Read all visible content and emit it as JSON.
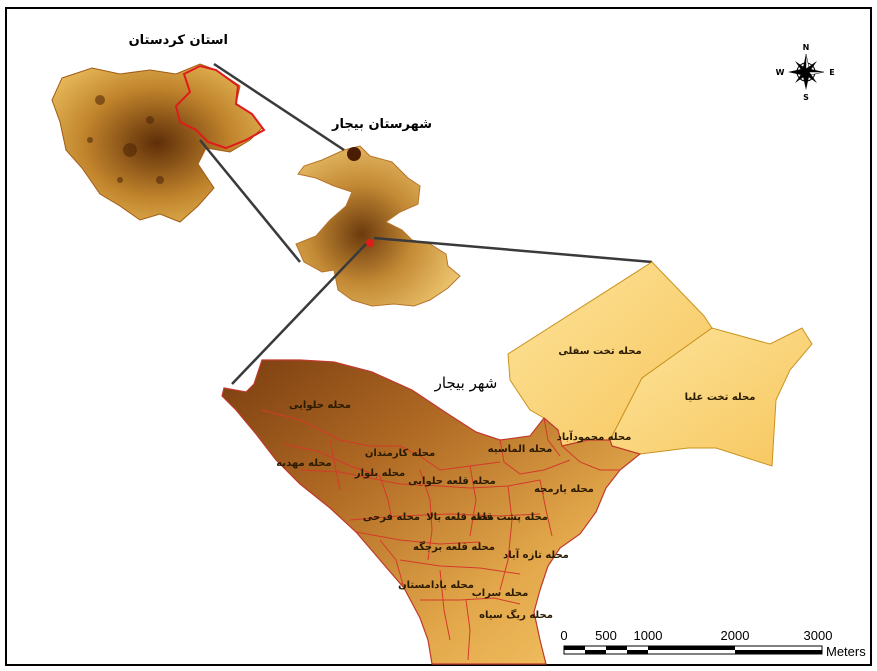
{
  "map": {
    "inset_province_label": "استان کردستان",
    "inset_county_label": "شهرستان بیجار",
    "city_label": "شهر بیجار"
  },
  "north_arrow": {
    "n": "N",
    "s": "S",
    "e": "E",
    "w": "W"
  },
  "neighborhoods": [
    "محله تخت سفلی",
    "محله تخت علیا",
    "محله حلوایی",
    "محله محمودآباد",
    "محله الماسیه",
    "محله کارمندان",
    "محله مهدیه",
    "محله بلوار",
    "محله قلعه حلوایی",
    "محله یارمجه",
    "محله پشت قلعه",
    "محله قلعه بالا",
    "محله فرحی",
    "محله قلعه برجگه",
    "محله تازه آباد",
    "محله بادامستان",
    "محله سراب",
    "محله ریگ سیاه"
  ],
  "scale_bar": {
    "ticks": [
      "0",
      "500",
      "1000",
      "2000",
      "3000"
    ],
    "unit": "Meters"
  },
  "colors": {
    "frame": "#000000",
    "light_fill": "#fbd77c",
    "dark_fill": "#8b4a13",
    "boundary": "#c0392b",
    "connector": "#3a3a3a"
  }
}
